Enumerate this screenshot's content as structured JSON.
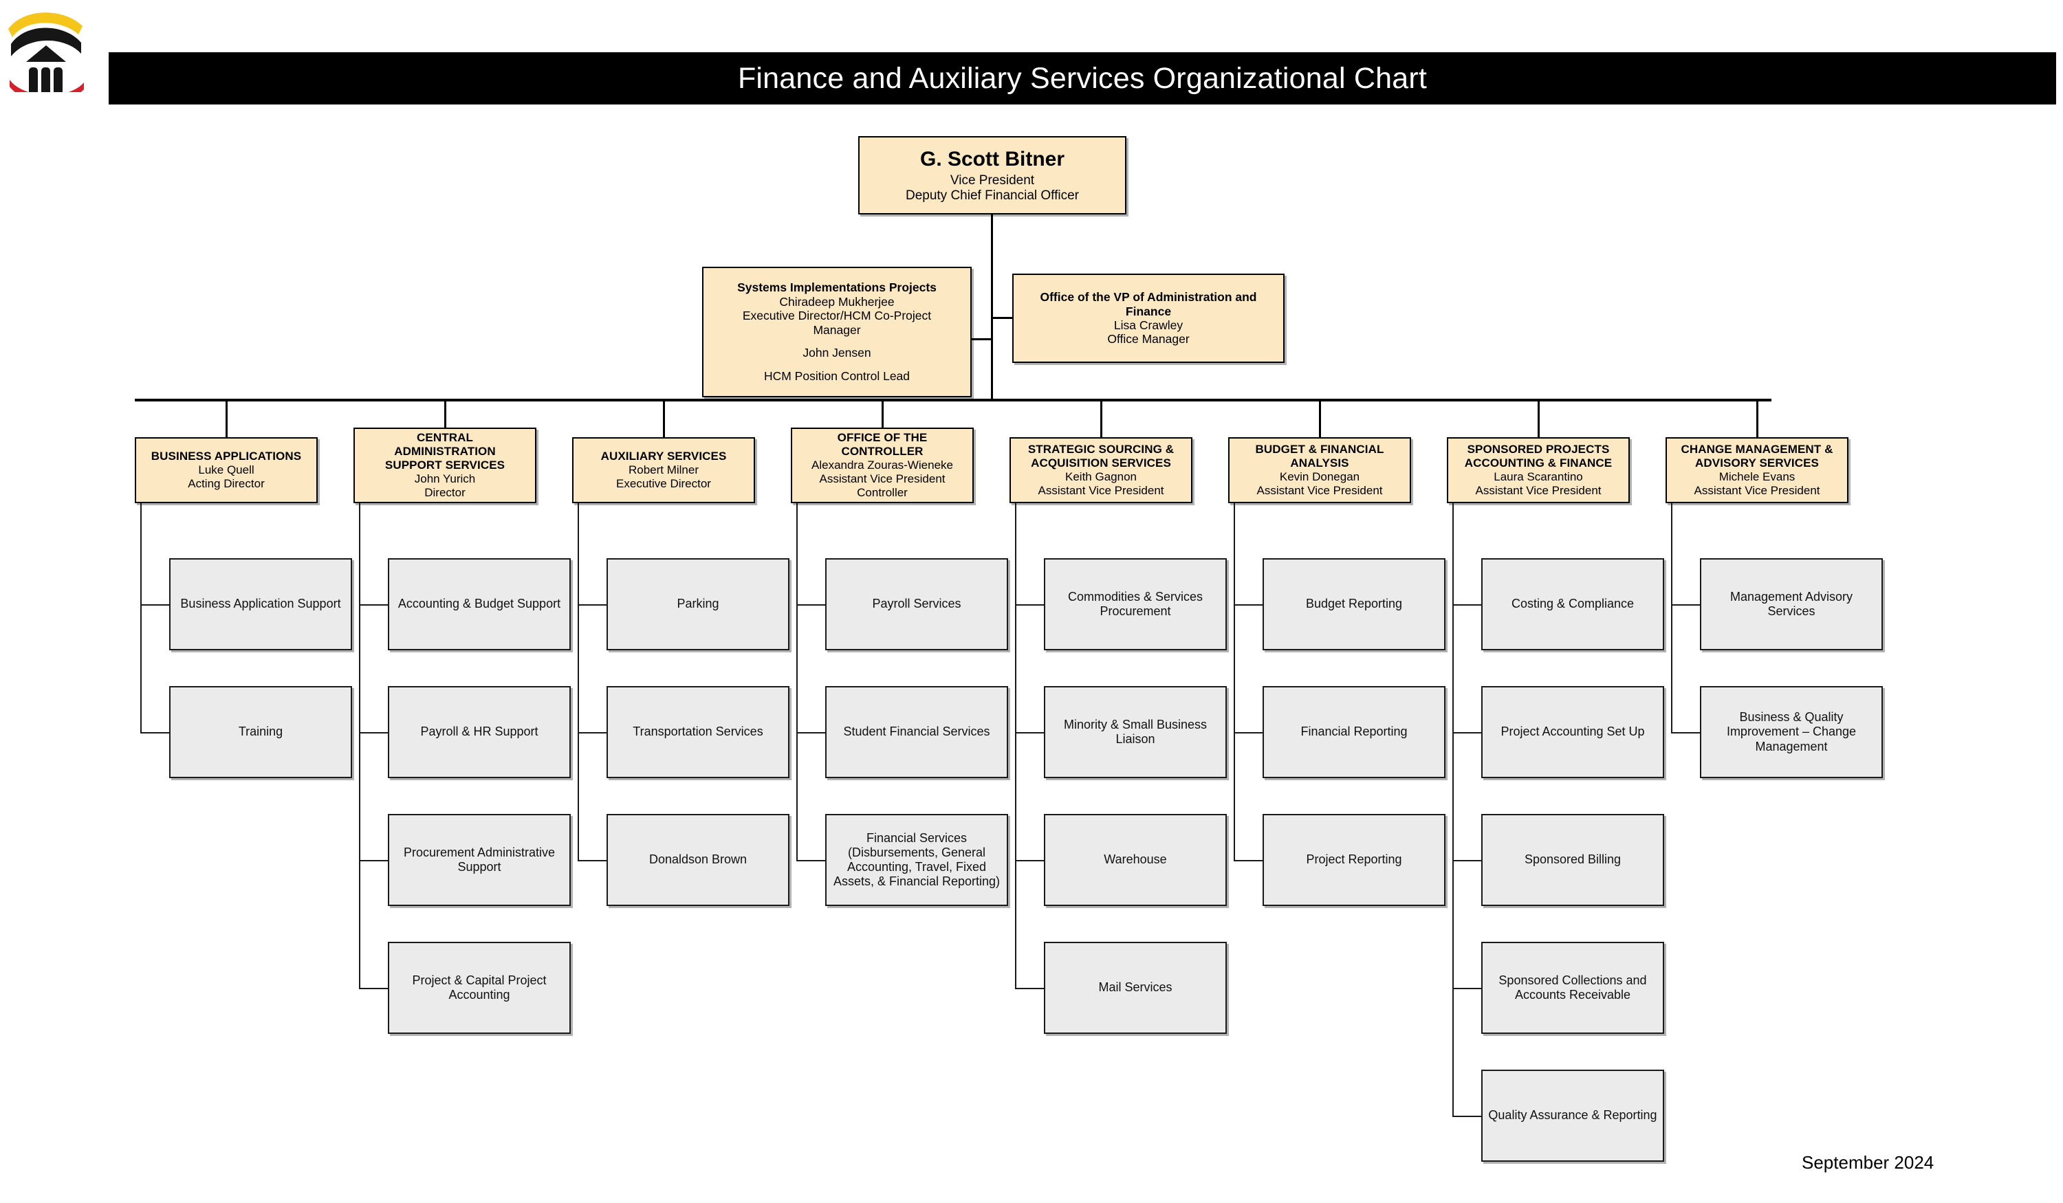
{
  "header": {
    "title": "Finance and Auxiliary Services Organizational Chart",
    "logo_name": "university-columns-logo"
  },
  "footer": {
    "date": "September 2024"
  },
  "colors": {
    "title_bar_bg": "#000000",
    "title_text": "#FFFFFF",
    "leadership_box_bg": "#FCE9C3",
    "unit_box_bg": "#EBEBEB",
    "border": "#000000",
    "logo_gold": "#F6C51B",
    "logo_red": "#D6202B",
    "logo_black": "#161616"
  },
  "executive": {
    "name": "G. Scott Bitner",
    "title1": "Vice President",
    "title2": "Deputy Chief Financial Officer"
  },
  "staff_boxes": [
    {
      "title": "Systems Implementations Projects",
      "lines": [
        "Chiradeep Mukherjee",
        "Executive Director/HCM Co-Project",
        "Manager",
        "",
        "John Jensen",
        "",
        "HCM Position Control Lead"
      ]
    },
    {
      "title_line1": "Office of the VP of Administration and",
      "title_line2": "Finance",
      "lines": [
        "Lisa Crawley",
        "Office Manager"
      ]
    }
  ],
  "departments": [
    {
      "title_lines": [
        "BUSINESS APPLICATIONS"
      ],
      "person": "Luke Quell",
      "role": "Acting Director",
      "units": [
        "Business Application Support",
        "Training"
      ]
    },
    {
      "title_lines": [
        "CENTRAL",
        "ADMINISTRATION",
        "SUPPORT SERVICES"
      ],
      "person": "John Yurich",
      "role": "Director",
      "units": [
        "Accounting & Budget Support",
        "Payroll & HR Support",
        "Procurement Administrative Support",
        "Project & Capital Project Accounting"
      ]
    },
    {
      "title_lines": [
        "AUXILIARY SERVICES"
      ],
      "person": "Robert Milner",
      "role": "Executive Director",
      "units": [
        "Parking",
        "Transportation Services",
        "Donaldson Brown"
      ]
    },
    {
      "title_lines": [
        "OFFICE OF THE",
        "CONTROLLER"
      ],
      "person": "Alexandra Zouras-Wieneke",
      "role": "Assistant Vice President",
      "role2": "Controller",
      "units": [
        "Payroll Services",
        "Student Financial Services",
        "Financial Services (Disbursements, General Accounting, Travel, Fixed Assets, & Financial Reporting)"
      ]
    },
    {
      "title_lines": [
        "STRATEGIC SOURCING &",
        "ACQUISITION SERVICES"
      ],
      "person": "Keith Gagnon",
      "role": "Assistant Vice President",
      "units": [
        "Commodities & Services Procurement",
        "Minority & Small Business Liaison",
        "Warehouse",
        "Mail Services"
      ]
    },
    {
      "title_lines": [
        "BUDGET & FINANCIAL",
        "ANALYSIS"
      ],
      "person": "Kevin Donegan",
      "role": "Assistant Vice President",
      "units": [
        "Budget Reporting",
        "Financial Reporting",
        "Project Reporting"
      ]
    },
    {
      "title_lines": [
        "SPONSORED PROJECTS",
        "ACCOUNTING & FINANCE"
      ],
      "person": "Laura Scarantino",
      "role": "Assistant Vice President",
      "units": [
        "Costing & Compliance",
        "Project Accounting Set Up",
        "Sponsored Billing",
        "Sponsored Collections and Accounts Receivable",
        "Quality Assurance & Reporting"
      ]
    },
    {
      "title_lines": [
        "CHANGE MANAGEMENT &",
        "ADVISORY SERVICES"
      ],
      "person": "Michele Evans",
      "role": "Assistant Vice President",
      "units": [
        "Management Advisory Services",
        "Business & Quality Improvement – Change Management"
      ]
    }
  ]
}
